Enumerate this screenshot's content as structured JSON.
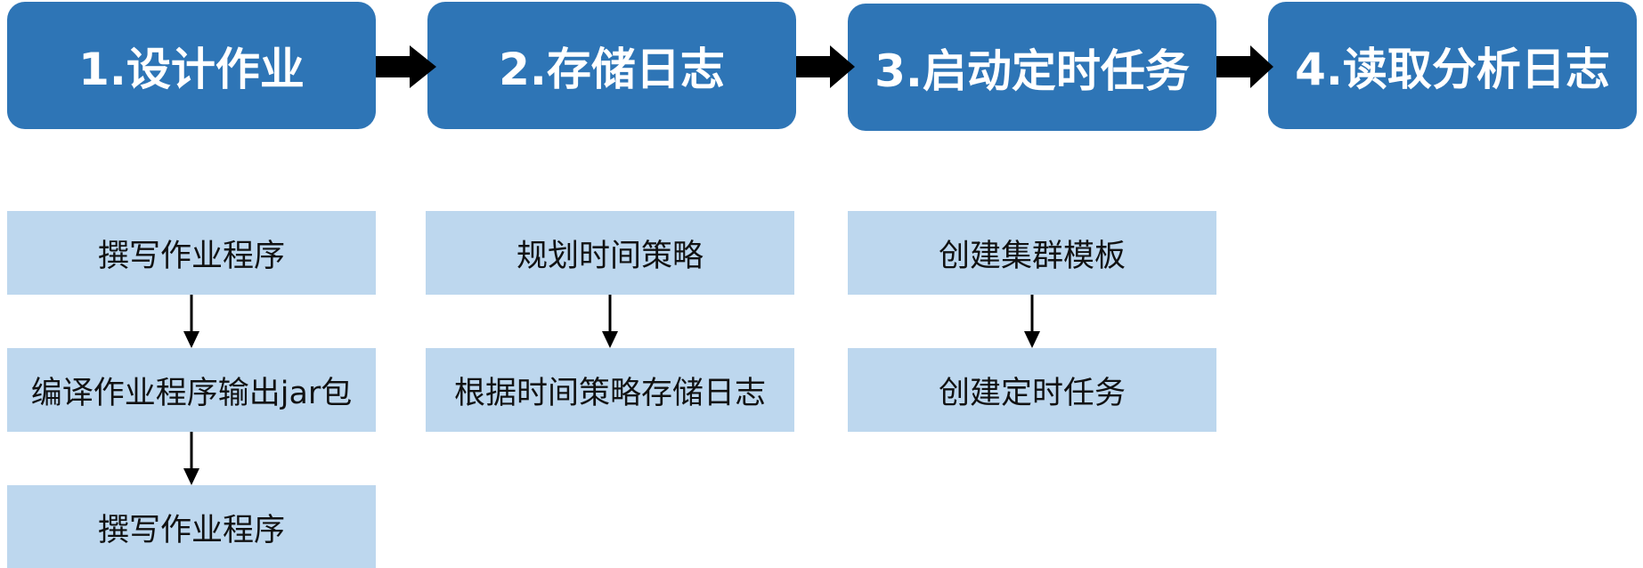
{
  "stages": [
    {
      "label": "1.设计作业"
    },
    {
      "label": "2.存储日志"
    },
    {
      "label": "3.启动定时任务"
    },
    {
      "label": "4.读取分析日志"
    }
  ],
  "steps": {
    "design": [
      "撰写作业程序",
      "编译作业程序输出jar包",
      "撰写作业程序"
    ],
    "store": [
      "规划时间策略",
      "根据时间策略存储日志"
    ],
    "launch": [
      "创建集群模板",
      "创建定时任务"
    ]
  },
  "colors": {
    "stage_fill": "#2e75b6",
    "step_fill": "#bdd7ee",
    "arrow": "#000000"
  }
}
